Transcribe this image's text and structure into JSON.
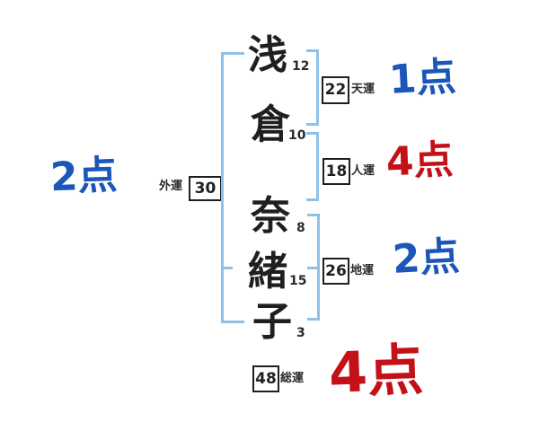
{
  "colors": {
    "bracket": "#8fc1e8",
    "blue": "#1a57b8",
    "red": "#c41118",
    "ink": "#1f1f1f"
  },
  "name": {
    "chars": [
      {
        "char": "浅",
        "strokes": "12"
      },
      {
        "char": "倉",
        "strokes": "10"
      },
      {
        "char": "奈",
        "strokes": "8"
      },
      {
        "char": "緒",
        "strokes": "15"
      },
      {
        "char": "子",
        "strokes": "3"
      }
    ]
  },
  "fortunes": {
    "ten": {
      "label": "天運",
      "value": "22",
      "score": "1点"
    },
    "jin": {
      "label": "人運",
      "value": "18",
      "score": "4点"
    },
    "chi": {
      "label": "地運",
      "value": "26",
      "score": "2点"
    },
    "gai": {
      "label": "外運",
      "value": "30",
      "score": "2点"
    },
    "sou": {
      "label": "総運",
      "value": "48",
      "score": "4点"
    }
  }
}
